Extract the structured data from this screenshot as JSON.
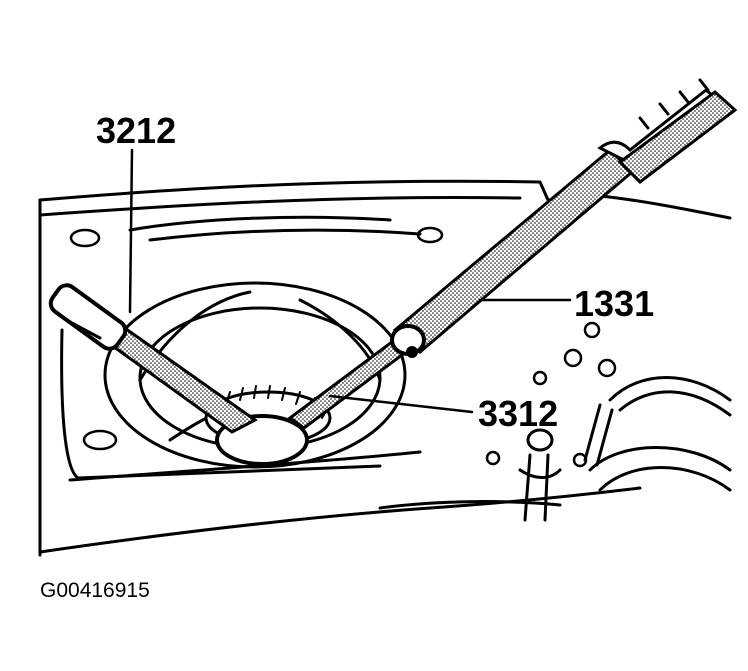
{
  "callouts": {
    "tool_3212": "3212",
    "tool_1331": "1331",
    "tool_3312": "3312"
  },
  "figure_id": "G00416915",
  "colors": {
    "ink": "#000000",
    "paper": "#ffffff",
    "stipple": "#8a8a8a"
  }
}
